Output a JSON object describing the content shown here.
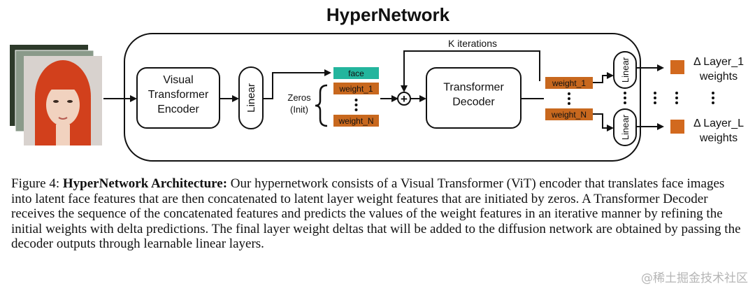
{
  "figure": {
    "title": "HyperNetwork",
    "encoder_label": "Visual Transformer Encoder",
    "linear_label": "Linear",
    "zeros_label": "Zeros",
    "init_label": "(Init)",
    "face_token": "face",
    "weight_1_token": "weight_1",
    "weight_n_token": "weight_N",
    "plus_symbol": "+",
    "iterations_label": "K iterations",
    "decoder_label": "Transformer Decoder",
    "out_weight_1": "weight_1",
    "out_weight_n": "weight_N",
    "delta_layer_1_line1": "Δ Layer_1",
    "delta_layer_1_line2": "weights",
    "delta_layer_l_line1": "Δ Layer_L",
    "delta_layer_l_line2": "weights",
    "colors": {
      "weight_token": "#c8681e",
      "face_token": "#23b59d",
      "output_square": "#d2691e"
    }
  },
  "caption": {
    "lead": "Figure 4: ",
    "bold_title": "HyperNetwork Architecture:",
    "body": " Our hypernetwork consists of a Visual Transformer (ViT) encoder that translates face images into latent face features that are then concatenated to latent layer weight features that are initiated by zeros. A Transformer Decoder receives the sequence of the concatenated features and predicts the values of the weight features in an iterative manner by refining the initial weights with delta predictions. The final layer weight deltas that will be added to the diffusion network are obtained by passing the decoder outputs through learnable linear layers."
  },
  "watermark": "@稀土掘金技术社区"
}
